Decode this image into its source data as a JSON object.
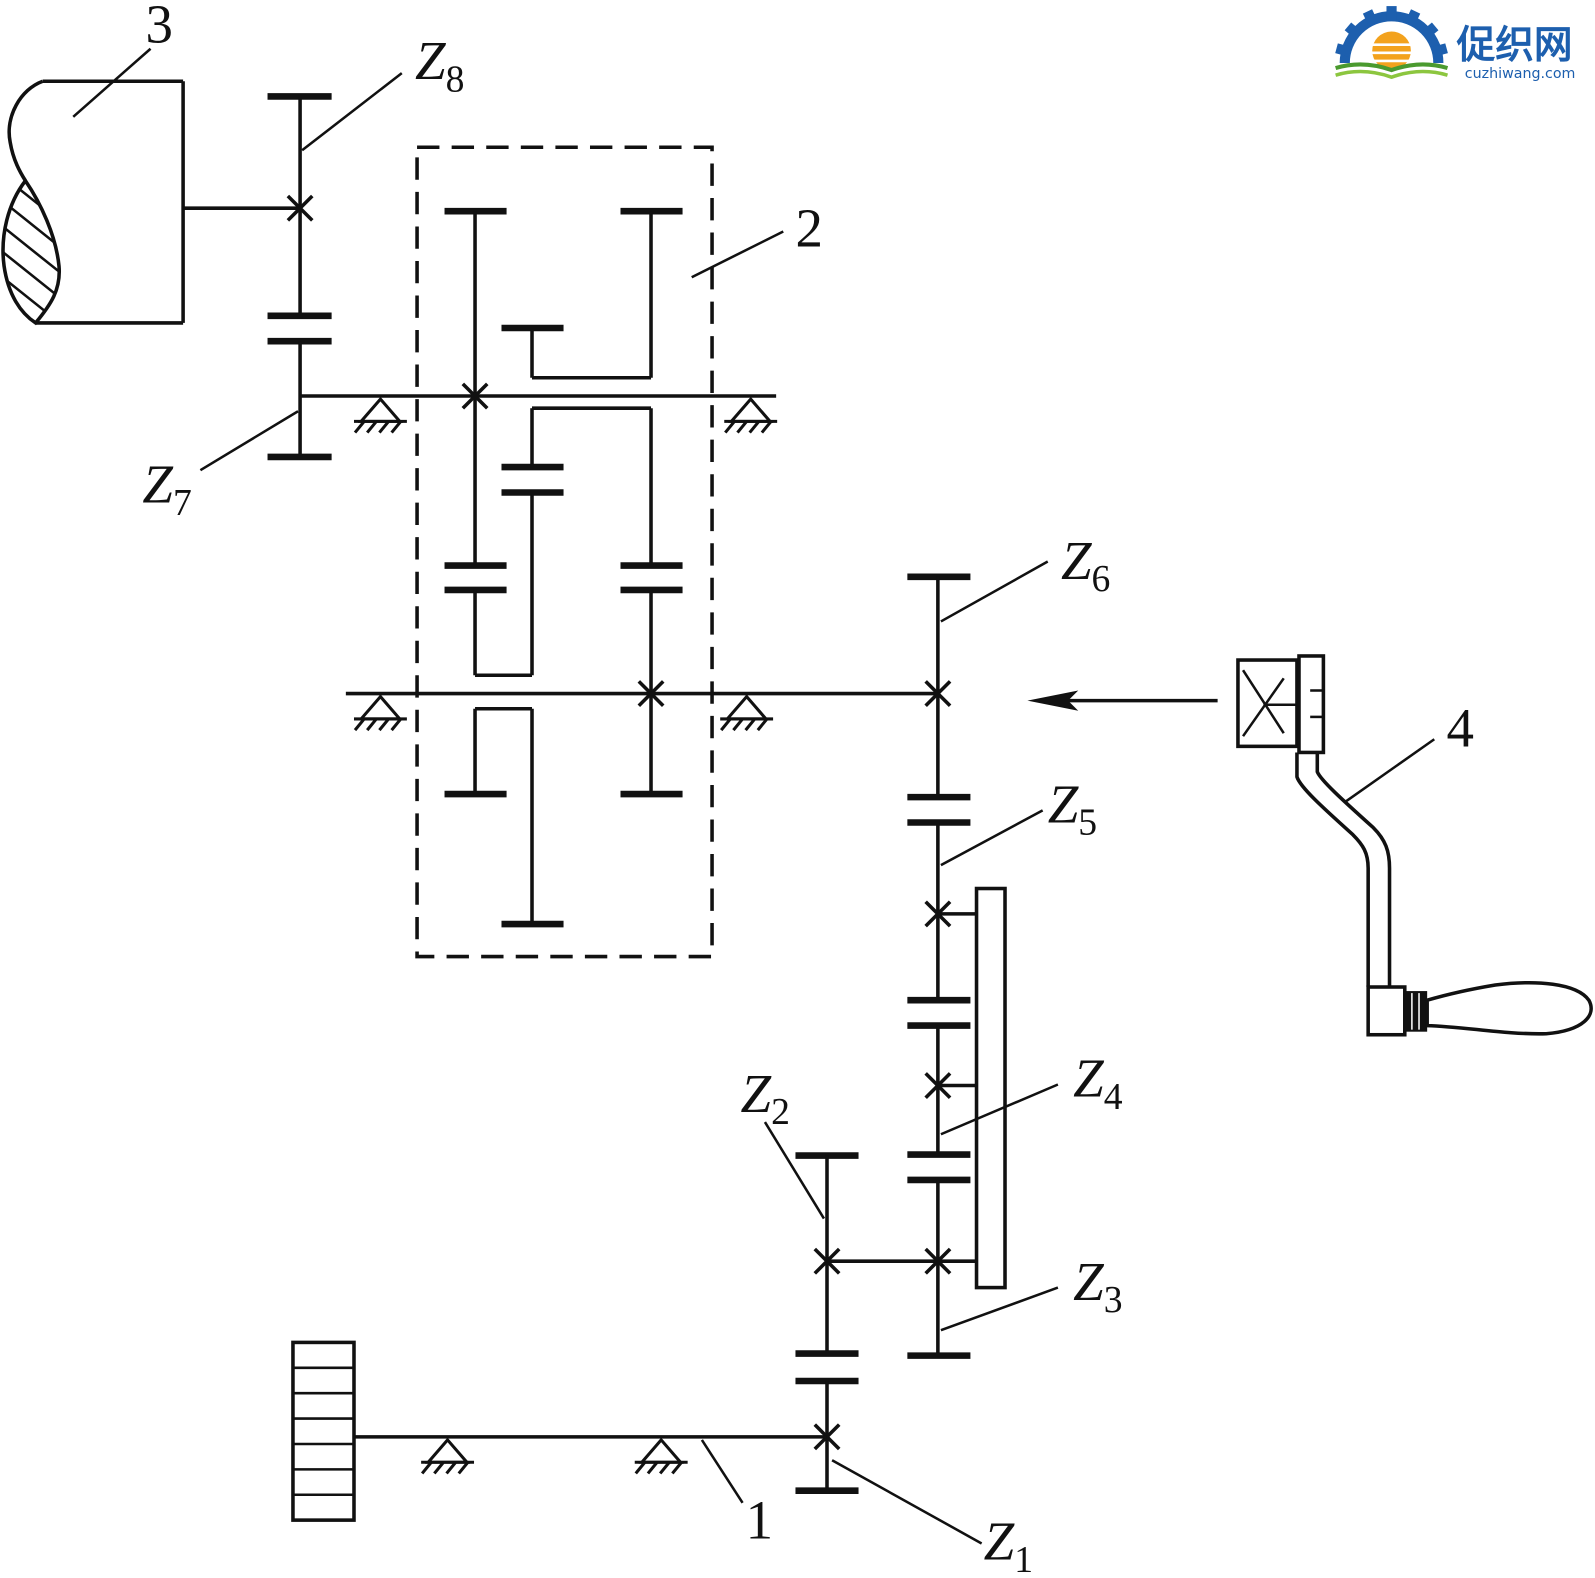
{
  "labels": {
    "part_1": "1",
    "part_2": "2",
    "part_3": "3",
    "part_4": "4",
    "gears": {
      "z1": {
        "symbol": "Z",
        "index": "1"
      },
      "z2": {
        "symbol": "Z",
        "index": "2"
      },
      "z3": {
        "symbol": "Z",
        "index": "3"
      },
      "z4": {
        "symbol": "Z",
        "index": "4"
      },
      "z5": {
        "symbol": "Z",
        "index": "5"
      },
      "z6": {
        "symbol": "Z",
        "index": "6"
      },
      "z7": {
        "symbol": "Z",
        "index": "7"
      },
      "z8": {
        "symbol": "Z",
        "index": "8"
      }
    }
  },
  "logo": {
    "name": "促织网",
    "domain": "cuzhiwang.com",
    "icon": "gear-book-icon"
  },
  "colors": {
    "line": "#111111",
    "background": "#ffffff",
    "logo_blue": "#1d5fae",
    "logo_orange": "#f3a21d",
    "logo_green": "#4a9a2e",
    "logo_green_light": "#8cc63f"
  }
}
